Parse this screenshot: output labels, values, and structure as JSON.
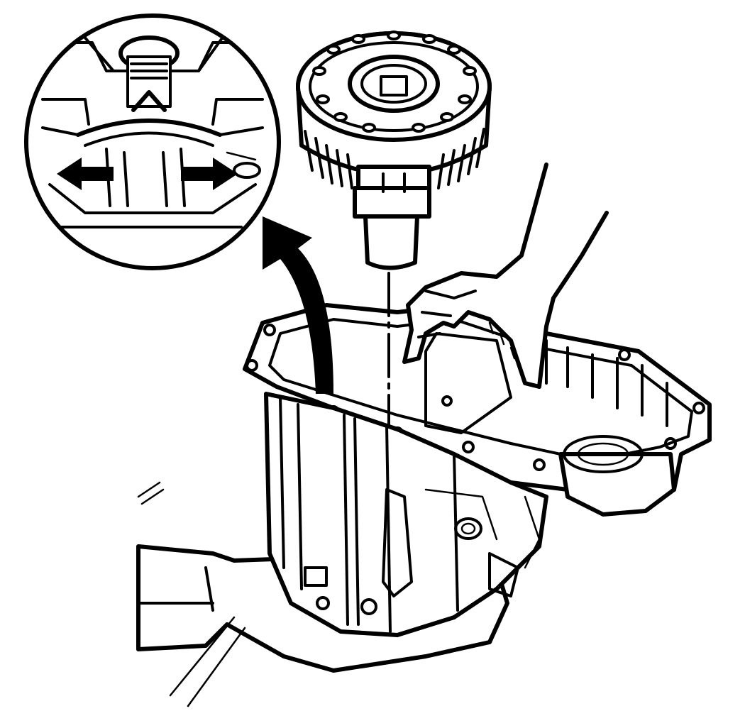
{
  "figure": {
    "colors": {
      "ink": "#000000",
      "paper": "#ffffff",
      "shade": "#3a3a3a"
    },
    "parts": [
      "detail-zoom-callout",
      "gear-assembly",
      "transmission-case",
      "technician-hand",
      "holding-fixture",
      "curved-callout-arrow",
      "alignment-centerline"
    ],
    "callout_arrows": [
      "left-direction-arrow",
      "right-direction-arrow"
    ]
  }
}
